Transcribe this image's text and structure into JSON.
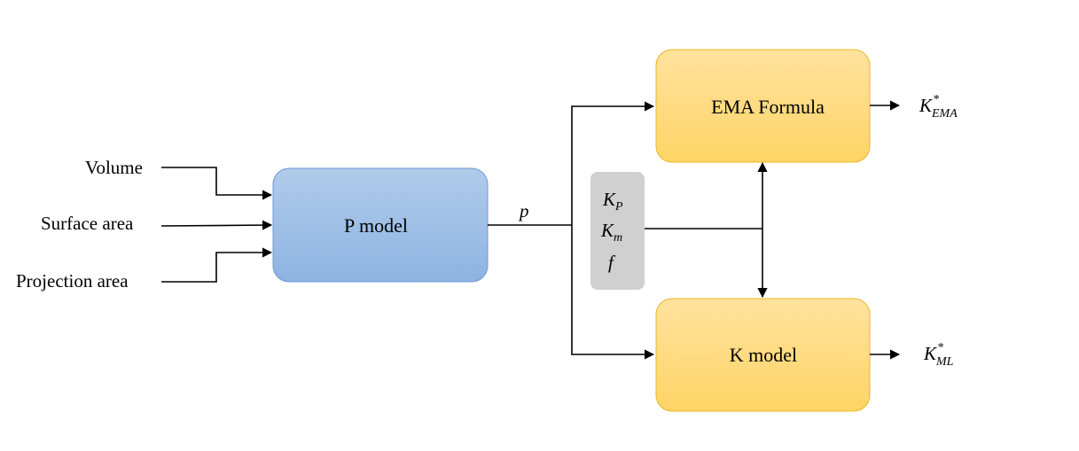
{
  "inputs": {
    "volume": "Volume",
    "surface_area": "Surface area",
    "projection_area": "Projection area"
  },
  "boxes": {
    "p_model": "P model",
    "ema_formula": "EMA Formula",
    "k_model": "K model"
  },
  "signals": {
    "p": "p",
    "params": [
      {
        "base": "K",
        "sub": "P"
      },
      {
        "base": "K",
        "sub": "m"
      },
      {
        "base": "f",
        "sub": ""
      }
    ]
  },
  "outputs": {
    "k_ema": {
      "base": "K",
      "sup": "*",
      "sub": "EMA"
    },
    "k_ml": {
      "base": "K",
      "sup": "*",
      "sub": "ML"
    }
  },
  "colors": {
    "blue_box_top": "#b1cbea",
    "blue_box_bottom": "#8db3e2",
    "blue_box_border": "#6d9ad3",
    "orange_box_top": "#ffe29e",
    "orange_box_bottom": "#ffd466",
    "orange_box_border": "#e8b824",
    "param_box": "#d0d0d0"
  }
}
